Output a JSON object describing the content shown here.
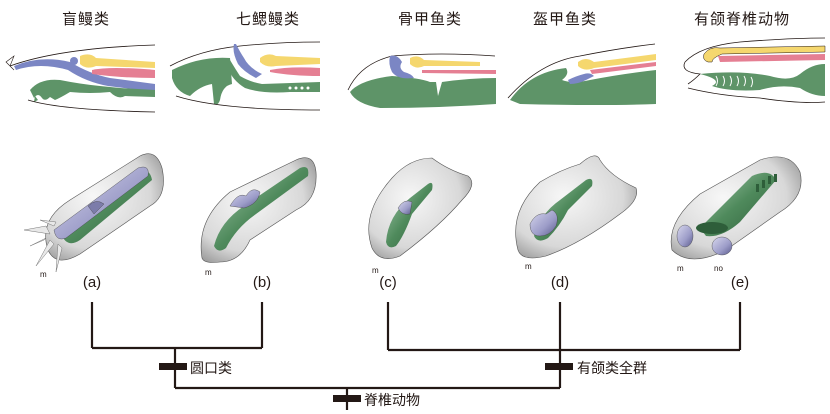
{
  "figure": {
    "titles": [
      {
        "id": "a",
        "text": "盲鳗类"
      },
      {
        "id": "b",
        "text": "七鳃鳗类"
      },
      {
        "id": "c",
        "text": "骨甲鱼类"
      },
      {
        "id": "d",
        "text": "盔甲鱼类"
      },
      {
        "id": "e",
        "text": "有颌脊椎动物"
      }
    ],
    "panel_labels": [
      "(a)",
      "(b)",
      "(c)",
      "(d)",
      "(e)"
    ],
    "model_annotations": {
      "a": [
        "m"
      ],
      "b": [
        "m"
      ],
      "c": [
        "m"
      ],
      "d": [
        "m"
      ],
      "e": [
        "m",
        "no"
      ]
    },
    "colors": {
      "gut_green": "#5e9468",
      "skeleton_blue": "#7b86c4",
      "brain_yellow": "#f5d76e",
      "notochord_pink": "#e57f93",
      "model_shell": "#d9d9d9",
      "model_green": "#4f8a5c",
      "model_purple": "#9c9cc8",
      "tree_line": "#231815"
    }
  },
  "tree": {
    "leaves": [
      "(a)",
      "(b)",
      "(c)",
      "(d)",
      "(e)"
    ],
    "clades": [
      {
        "name": "圆口类",
        "members": [
          "(a)",
          "(b)"
        ]
      },
      {
        "name": "有颌类全群",
        "members": [
          "(c)",
          "(d)",
          "(e)"
        ]
      },
      {
        "name": "脊椎动物",
        "members": [
          "圆口类",
          "有颌类全群"
        ]
      }
    ],
    "node_labels": {
      "cyclostomes": "圆口类",
      "gnathostome_total": "有颌类全群",
      "vertebrates": "脊椎动物"
    }
  }
}
